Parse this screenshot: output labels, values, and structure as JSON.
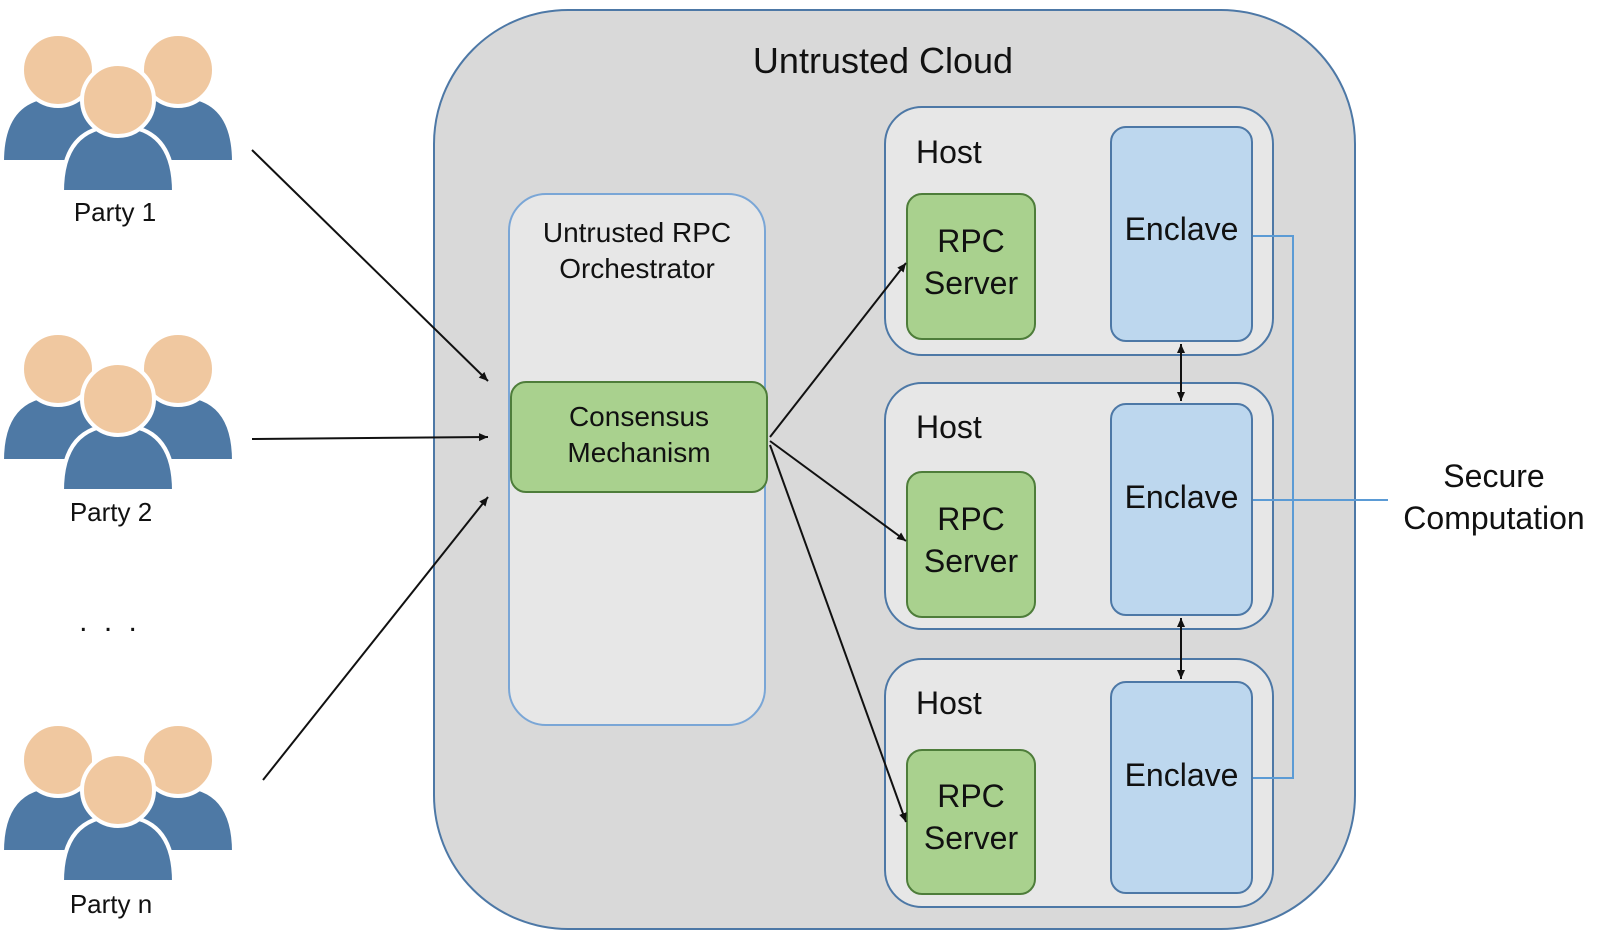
{
  "cloud": {
    "title": "Untrusted Cloud"
  },
  "orchestrator": {
    "title": "Untrusted RPC\nOrchestrator",
    "consensus": "Consensus\nMechanism"
  },
  "parties": [
    {
      "label": "Party 1"
    },
    {
      "label": "Party 2"
    },
    {
      "label": "Party n"
    }
  ],
  "ellipsis": ". . .",
  "hosts": [
    {
      "label": "Host",
      "rpc": "RPC\nServer",
      "enclave": "Enclave"
    },
    {
      "label": "Host",
      "rpc": "RPC\nServer",
      "enclave": "Enclave"
    },
    {
      "label": "Host",
      "rpc": "RPC\nServer",
      "enclave": "Enclave"
    }
  ],
  "secure_computation": "Secure\nComputation",
  "colors": {
    "cloud_fill": "#d9d9d9",
    "panel_fill": "#e7e7e7",
    "green_fill": "#a9d18e",
    "blue_fill": "#bdd7ee",
    "person_head": "#f0c8a0",
    "person_body": "#4e79a5",
    "connector": "#5b9bd5"
  },
  "icons": {
    "party": "people-group-icon"
  }
}
